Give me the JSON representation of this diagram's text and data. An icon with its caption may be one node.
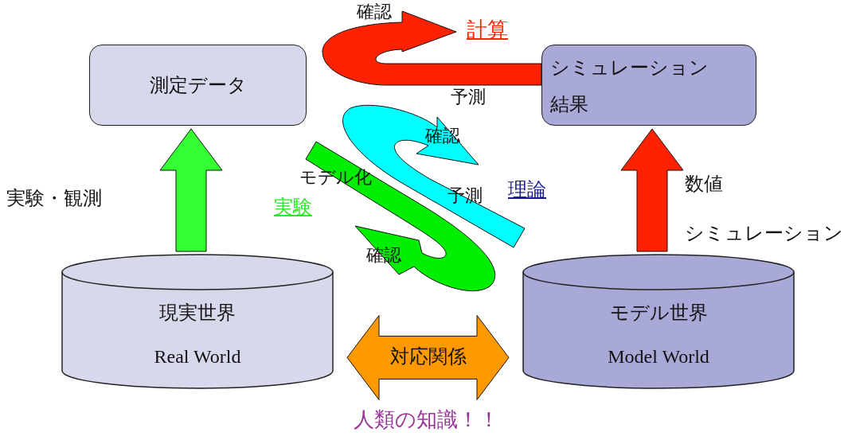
{
  "diagram": {
    "nodes": [
      {
        "text": [
          "測定データ"
        ]
      },
      {
        "text": [
          "シミュレーション",
          "結果"
        ]
      },
      {
        "text": [
          "現実世界",
          "Real World"
        ]
      },
      {
        "text": [
          "モデル世界",
          "Model World"
        ]
      }
    ],
    "edges": [
      {
        "from": 2,
        "to": 0,
        "arrow": "to",
        "label": "実験・観測",
        "color": "#33ff33"
      },
      {
        "from": 3,
        "to": 1,
        "arrow": "to",
        "label": "数値シミュレーション",
        "color": "#ff2200"
      },
      {
        "from": 2,
        "to": 3,
        "arrow": "both",
        "label": "対応関係",
        "color": "#ff9900"
      },
      {
        "from": null,
        "to": 1,
        "arrow": "to",
        "color": "#ff2200"
      }
    ],
    "labels": [
      "確認",
      "計算",
      "予測",
      "確認",
      "モデル化",
      "予測",
      "理論",
      "実験",
      "確認",
      "人類の知識！！"
    ]
  }
}
